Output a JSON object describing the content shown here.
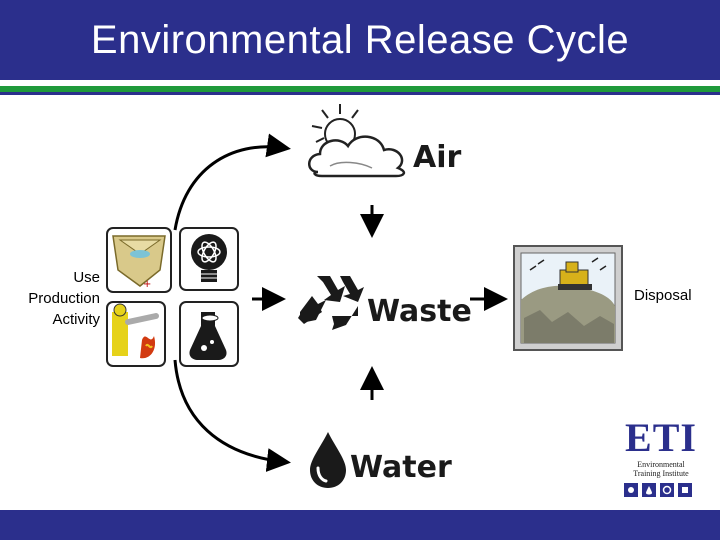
{
  "header": {
    "title": "Environmental Release Cycle"
  },
  "labels": {
    "use": [
      "Use",
      "Production",
      "Activity"
    ],
    "disposal": "Disposal"
  },
  "nodes": {
    "air": "Air",
    "waste": "Waste",
    "water": "Water"
  },
  "logo": {
    "name": "ETI",
    "line1": "Environmental",
    "line2": "Training Institute"
  },
  "colors": {
    "header": "#2b2f8c",
    "green_stripe": "#1f9a3a",
    "eti_blue": "#2b2f8c"
  },
  "icons": [
    "sun-cloud-icon",
    "recycle-icon",
    "water-drop-icon",
    "landfill-bulldozer-icon",
    "box-icon",
    "lightbulb-atom-icon",
    "firefighter-icon",
    "flask-icon"
  ]
}
